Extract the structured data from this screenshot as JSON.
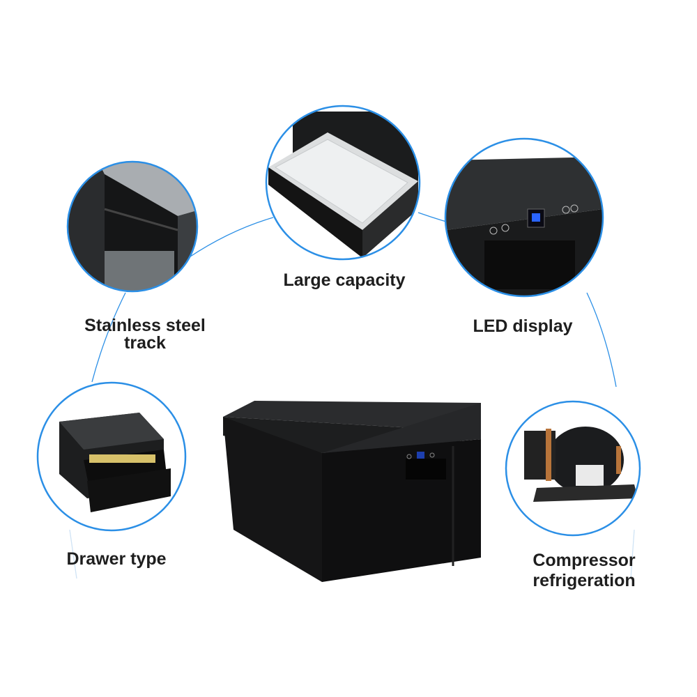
{
  "accent_color": "#2b8fe6",
  "features": [
    {
      "id": "track",
      "label_lines": [
        "Stainless steel",
        "track"
      ],
      "icon": "stainless-steel-track-closeup"
    },
    {
      "id": "capacity",
      "label_lines": [
        "Large capacity"
      ],
      "icon": "open-drawer-closeup"
    },
    {
      "id": "led",
      "label_lines": [
        "LED display"
      ],
      "icon": "led-control-panel-closeup"
    },
    {
      "id": "drawer",
      "label_lines": [
        "Drawer type"
      ],
      "icon": "drawer-fridge-with-drinks"
    },
    {
      "id": "compressor",
      "label_lines": [
        "Compressor",
        "refrigeration"
      ],
      "icon": "compressor-unit"
    }
  ],
  "product": {
    "icon": "drawer-refrigerator-black"
  }
}
